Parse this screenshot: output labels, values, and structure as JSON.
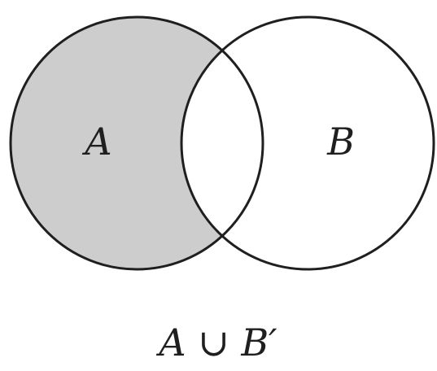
{
  "diagram": {
    "set_a_label": "A",
    "set_b_label": "B",
    "caption": "A ∪ B′",
    "colors": {
      "shade": "#cdcdcd",
      "outline": "#1f1f1f",
      "background": "#ffffff"
    }
  }
}
